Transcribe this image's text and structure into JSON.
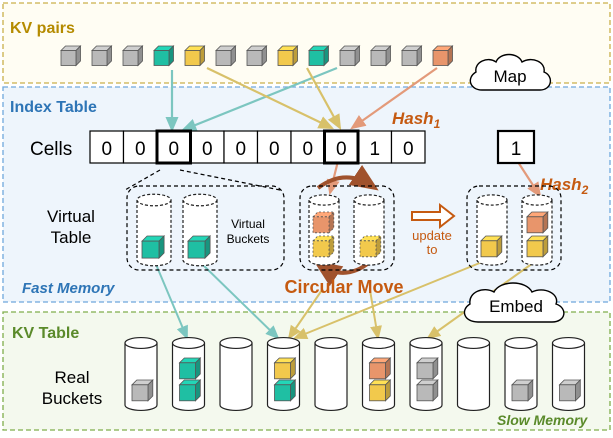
{
  "kv_pairs": {
    "title": "KV pairs"
  },
  "index_table": {
    "title": "Index Table",
    "cells_label": "Cells",
    "cells": [
      "0",
      "0",
      "0",
      "0",
      "0",
      "0",
      "0",
      "0",
      "1",
      "0"
    ],
    "single_cell": "1",
    "virtual_table_label": [
      "Virtual",
      "Table"
    ],
    "virtual_buckets_label": [
      "Virtual",
      "Buckets"
    ],
    "update_label": [
      "update",
      "to"
    ],
    "circular_move": "Circular Move",
    "hash1": {
      "base": "Hash",
      "sub": "1"
    },
    "hash2": {
      "base": "Hash",
      "sub": "2"
    },
    "fast_memory": "Fast Memory"
  },
  "kv_table": {
    "title": "KV Table",
    "real_buckets_label": [
      "Real",
      "Buckets"
    ],
    "slow_memory": "Slow Memory"
  },
  "clouds": {
    "map": "Map",
    "embed": "Embed"
  },
  "colors": {
    "kv_section_border": "#c9b04a",
    "kv_section_fill": "#fffdf3",
    "kv_title": "#b58b00",
    "index_section_border": "#6fa8dc",
    "index_section_fill": "#eef5fc",
    "index_title": "#2e75b6",
    "table_section_border": "#7fae4c",
    "table_section_fill": "#f4f9ee",
    "table_title": "#5a8a2a",
    "teal": "#1fbfa3",
    "yellow": "#f2c94c",
    "orange": "#e8956b",
    "gray": "#b9b9b9",
    "hash": "#c55a11",
    "arrow_teal": "#7cc6c0",
    "arrow_yellow": "#d8c16a",
    "arrow_orange": "#e39a7a"
  }
}
